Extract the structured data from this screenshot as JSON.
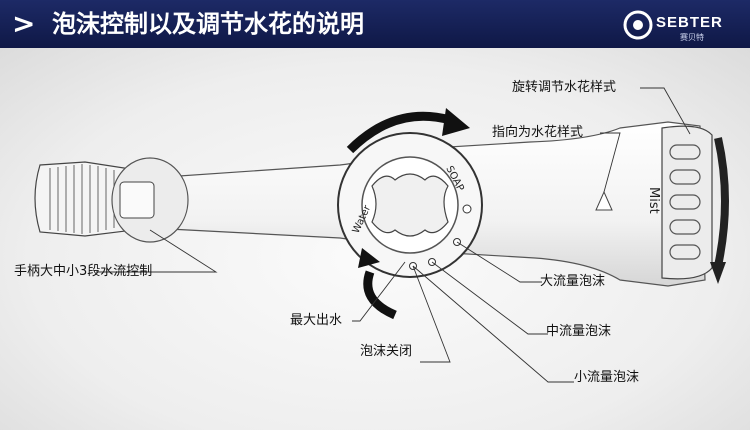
{
  "header": {
    "chevron": ">",
    "title": "泡沫控制以及调节水花的说明",
    "background_color": "#141e55"
  },
  "logo": {
    "brand_text": "SEBTER",
    "sub_text": "赛贝特"
  },
  "dial": {
    "water_label": "Water",
    "soap_label": "SOAP"
  },
  "nozzle": {
    "mist_label": "Mist"
  },
  "callouts": {
    "rotate_spray": "旋转调节水花样式",
    "pointer": "指向为水花样式",
    "handle_control": "手柄大中小3段水流控制",
    "large_foam": "大流量泡沫",
    "max_water": "最大出水",
    "medium_foam": "中流量泡沫",
    "foam_off": "泡沫关闭",
    "small_foam": "小流量泡沫"
  }
}
